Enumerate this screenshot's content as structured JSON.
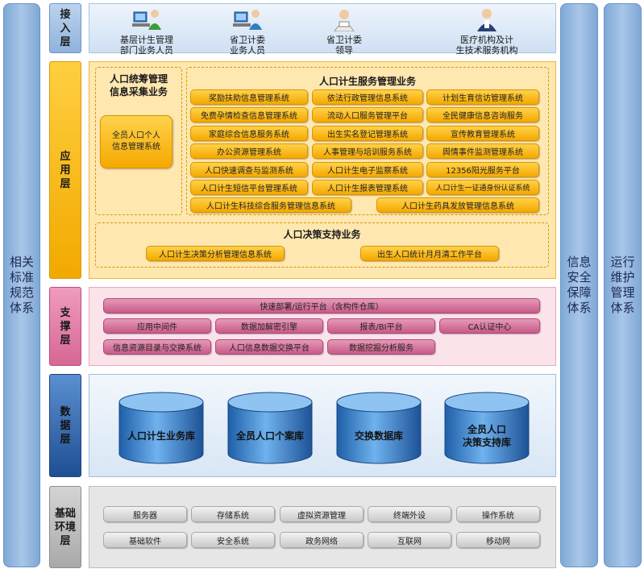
{
  "left_column": {
    "label": "相关标准规范体系"
  },
  "right_columns": [
    {
      "label": "信息安全保障体系"
    },
    {
      "label": "运行维护管理体系"
    }
  ],
  "layers": {
    "access": "接入层",
    "application": "应用层",
    "support": "支撑层",
    "data": "数据层",
    "base": "基础环境层"
  },
  "access": {
    "users": [
      {
        "name": "基层计生管理\n部门业务人员",
        "icon": "staff-computer-icon"
      },
      {
        "name": "省卫计委\n业务人员",
        "icon": "staff-computer-icon"
      },
      {
        "name": "省卫计委\n领导",
        "icon": "leader-icon"
      },
      {
        "name": "医疗机构及计\n生技术服务机构",
        "icon": "doctor-icon"
      }
    ]
  },
  "application": {
    "collection_title": "人口统筹管理\n信息采集业务",
    "collection_system": "全员人口个人\n信息管理系统",
    "service_title": "人口计生服务管理业务",
    "service_items": [
      "奖励扶助信息管理系统",
      "依法行政管理信息系统",
      "计划生育信访管理系统",
      "免费孕情检查信息管理系统",
      "流动人口服务管理平台",
      "全民健康信息咨询服务",
      "家庭综合信息服务系统",
      "出生实名登记管理系统",
      "宣传教育管理系统",
      "办公资源管理系统",
      "人事管理与培训服务系统",
      "舆情事件监测管理系统",
      "人口快速调查与监测系统",
      "人口计生电子监察系统",
      "12356阳光服务平台",
      "人口计生短信平台管理系统",
      "人口计生报表管理系统",
      "人口计生一证通身份认证系统"
    ],
    "service_bottom": [
      "人口计生科技综合服务管理信息系统",
      "人口计生药具发放管理信息系统"
    ],
    "decision_title": "人口决策支持业务",
    "decision_items": [
      "人口计生决策分析管理信息系统",
      "出生人口统计月月清工作平台"
    ]
  },
  "support": {
    "top": "快速部署/运行平台（含构件仓库）",
    "row2": [
      "应用中间件",
      "数据加解密引擎",
      "报表/BI平台",
      "CA认证中心"
    ],
    "row3": [
      "信息资源目录与交换系统",
      "人口信息数据交换平台",
      "数据挖掘分析服务"
    ]
  },
  "data": {
    "databases": [
      "人口计生业务库",
      "全员人口个案库",
      "交换数据库",
      "全员人口\n决策支持库"
    ]
  },
  "base": {
    "row1": [
      "服务器",
      "存储系统",
      "虚拟资源管理",
      "终端外设",
      "操作系统"
    ],
    "row2": [
      "基础软件",
      "安全系统",
      "政务网络",
      "互联网",
      "移动网"
    ]
  },
  "colors": {
    "side_blue": "#7fa8d6",
    "access_bg": "#dbe8f7",
    "app_bg": "#ffe7b0",
    "app_label": "#f5b300",
    "support_bg": "#fbe3ea",
    "support_label": "#e07aa3",
    "data_bg": "#e4eef8",
    "data_label": "#2d5f9e",
    "base_bg": "#e6e6e6",
    "base_label": "#b5b5b5"
  }
}
